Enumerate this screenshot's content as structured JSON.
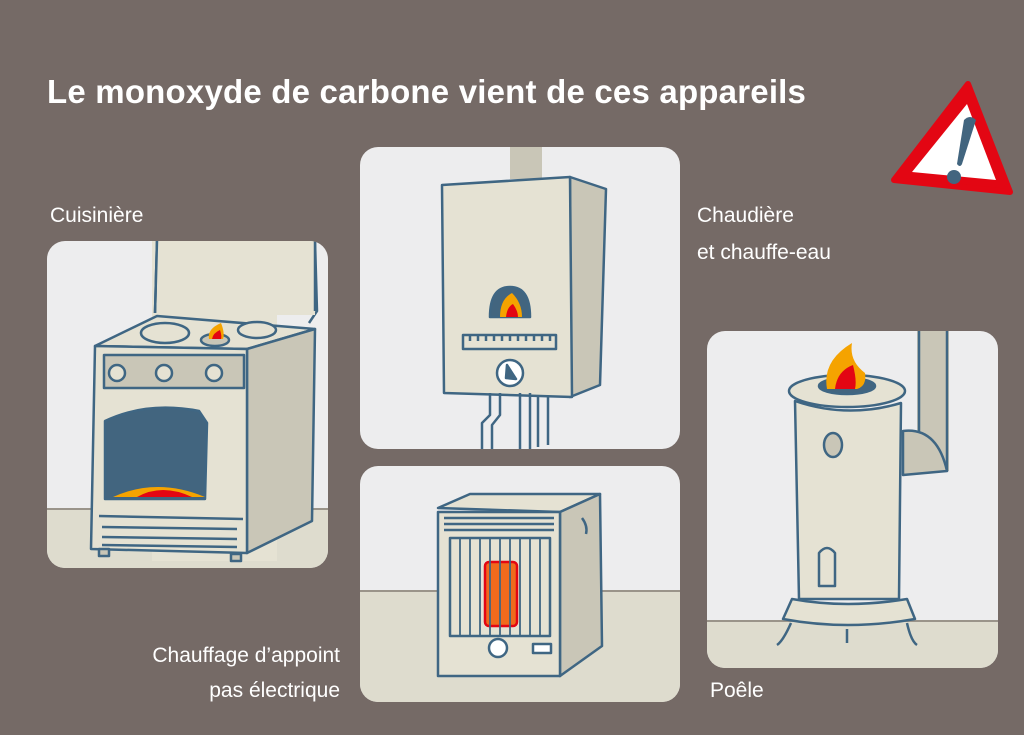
{
  "title": "Le monoxyde de carbone vient de ces appareils",
  "appliances": {
    "cooker": {
      "label": "Cuisinière"
    },
    "boiler": {
      "line1": "Chaudière",
      "line2": "et chauffe-eau"
    },
    "heater": {
      "line1": "Chauffage d’appoint",
      "line2": "pas électrique"
    },
    "stove": {
      "label": "Poêle"
    }
  },
  "icons": {
    "warning": "warning-triangle-icon"
  },
  "colors": {
    "background": "#756a66",
    "wall": "#ededee",
    "floor": "#dedcce",
    "outline": "#3f6683",
    "flame_orange": "#f5a300",
    "flame_red": "#e30613",
    "warning_red": "#e30613"
  }
}
